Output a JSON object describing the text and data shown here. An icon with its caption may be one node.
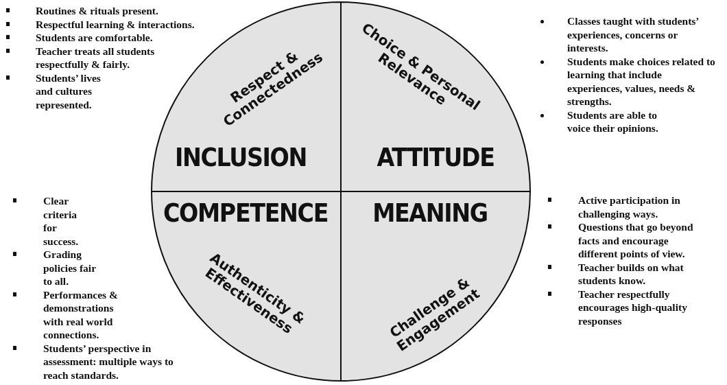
{
  "diagram": {
    "nodes": [
      {
        "text": [
          "Respect & Connectedness",
          "INCLUSION"
        ]
      },
      {
        "text": [
          "Choice & Personal Relevance",
          "ATTITUDE"
        ]
      },
      {
        "text": [
          "COMPETENCE",
          "Authenticity & Effectiveness"
        ]
      },
      {
        "text": [
          "MEANING",
          "Challenge & Engagement"
        ]
      }
    ],
    "edges": [],
    "labels": [
      "Routines & rituals present.",
      "Respectful learning & interactions.",
      "Students are comfortable.",
      "Teacher treats all students respectfully & fairly.",
      "Students’ lives and cultures represented.",
      "Classes taught with students’ experiences, concerns or interests.",
      "Students make choices related to learning that include experiences, values, needs & strengths.",
      "Students are able to voice their opinions.",
      "Clear criteria for success.",
      "Grading policies fair to all.",
      "Performances & demonstrations with real world connections.",
      "Students’ perspective in assessment: multiple ways to reach standards.",
      "Active participation in challenging ways.",
      "Questions that go beyond facts and encourage different points of view.",
      "Teacher builds on what students know.",
      "Teacher respectfully encourages high-quality responses"
    ]
  }
}
